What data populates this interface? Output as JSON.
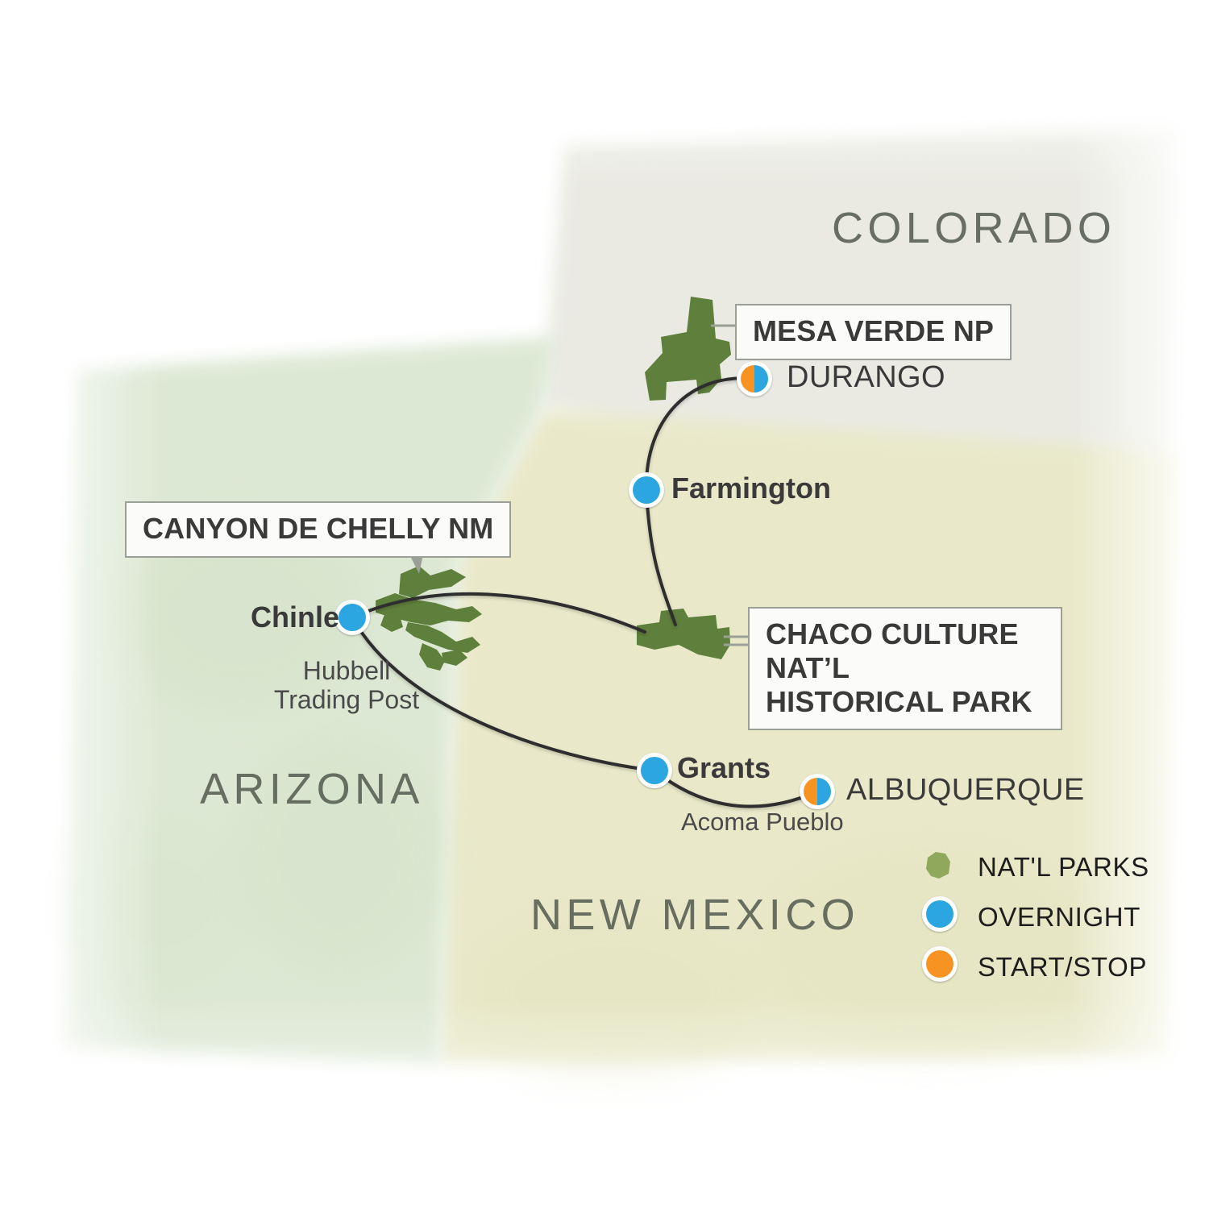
{
  "map": {
    "title": "Southwest National Parks Tour Map",
    "colors": {
      "arizona_tint": "#dfe8d7",
      "new_mexico_tint": "#e9e9cc",
      "colorado_tint": "#ebebe6",
      "park_green": "#5f803c",
      "park_green_light": "#8fa85c",
      "overnight_blue": "#2ba6e0",
      "start_stop_orange": "#f79421",
      "route_line": "#2e2e2e",
      "callout_border": "#9aa096",
      "callout_fill": "#fbfbf9",
      "text_dark": "#3a3a3a",
      "state_label": "#5d6458"
    }
  },
  "states": [
    {
      "name": "COLORADO",
      "label": "COLORADO"
    },
    {
      "name": "ARIZONA",
      "label": "ARIZONA"
    },
    {
      "name": "NEW MEXICO",
      "label": "NEW MEXICO"
    }
  ],
  "callouts": [
    {
      "id": "mesa-verde",
      "label": "MESA VERDE NP"
    },
    {
      "id": "canyon-de-chelly",
      "label": "CANYON DE CHELLY NM"
    },
    {
      "id": "chaco-line1",
      "label": "CHACO CULTURE NAT’L"
    },
    {
      "id": "chaco-line2",
      "label": "HISTORICAL PARK"
    }
  ],
  "cities": [
    {
      "id": "durango",
      "label": "DURANGO",
      "marker": "start-stop"
    },
    {
      "id": "farmington",
      "label": "Farmington",
      "marker": "overnight"
    },
    {
      "id": "chinle",
      "label": "Chinle",
      "marker": "overnight"
    },
    {
      "id": "grants",
      "label": "Grants",
      "marker": "overnight"
    },
    {
      "id": "albuquerque",
      "label": "ALBUQUERQUE",
      "marker": "start-stop"
    }
  ],
  "sites": [
    {
      "id": "hubbell-line1",
      "label": "Hubbell"
    },
    {
      "id": "hubbell-line2",
      "label": "Trading Post"
    },
    {
      "id": "acoma",
      "label": "Acoma Pueblo"
    }
  ],
  "legend": [
    {
      "id": "natl-parks",
      "icon": "park-shape-icon",
      "label": "NAT'L PARKS"
    },
    {
      "id": "overnight",
      "icon": "overnight-dot-icon",
      "label": "OVERNIGHT"
    },
    {
      "id": "start-stop",
      "icon": "start-stop-dot-icon",
      "label": "START/STOP"
    }
  ]
}
